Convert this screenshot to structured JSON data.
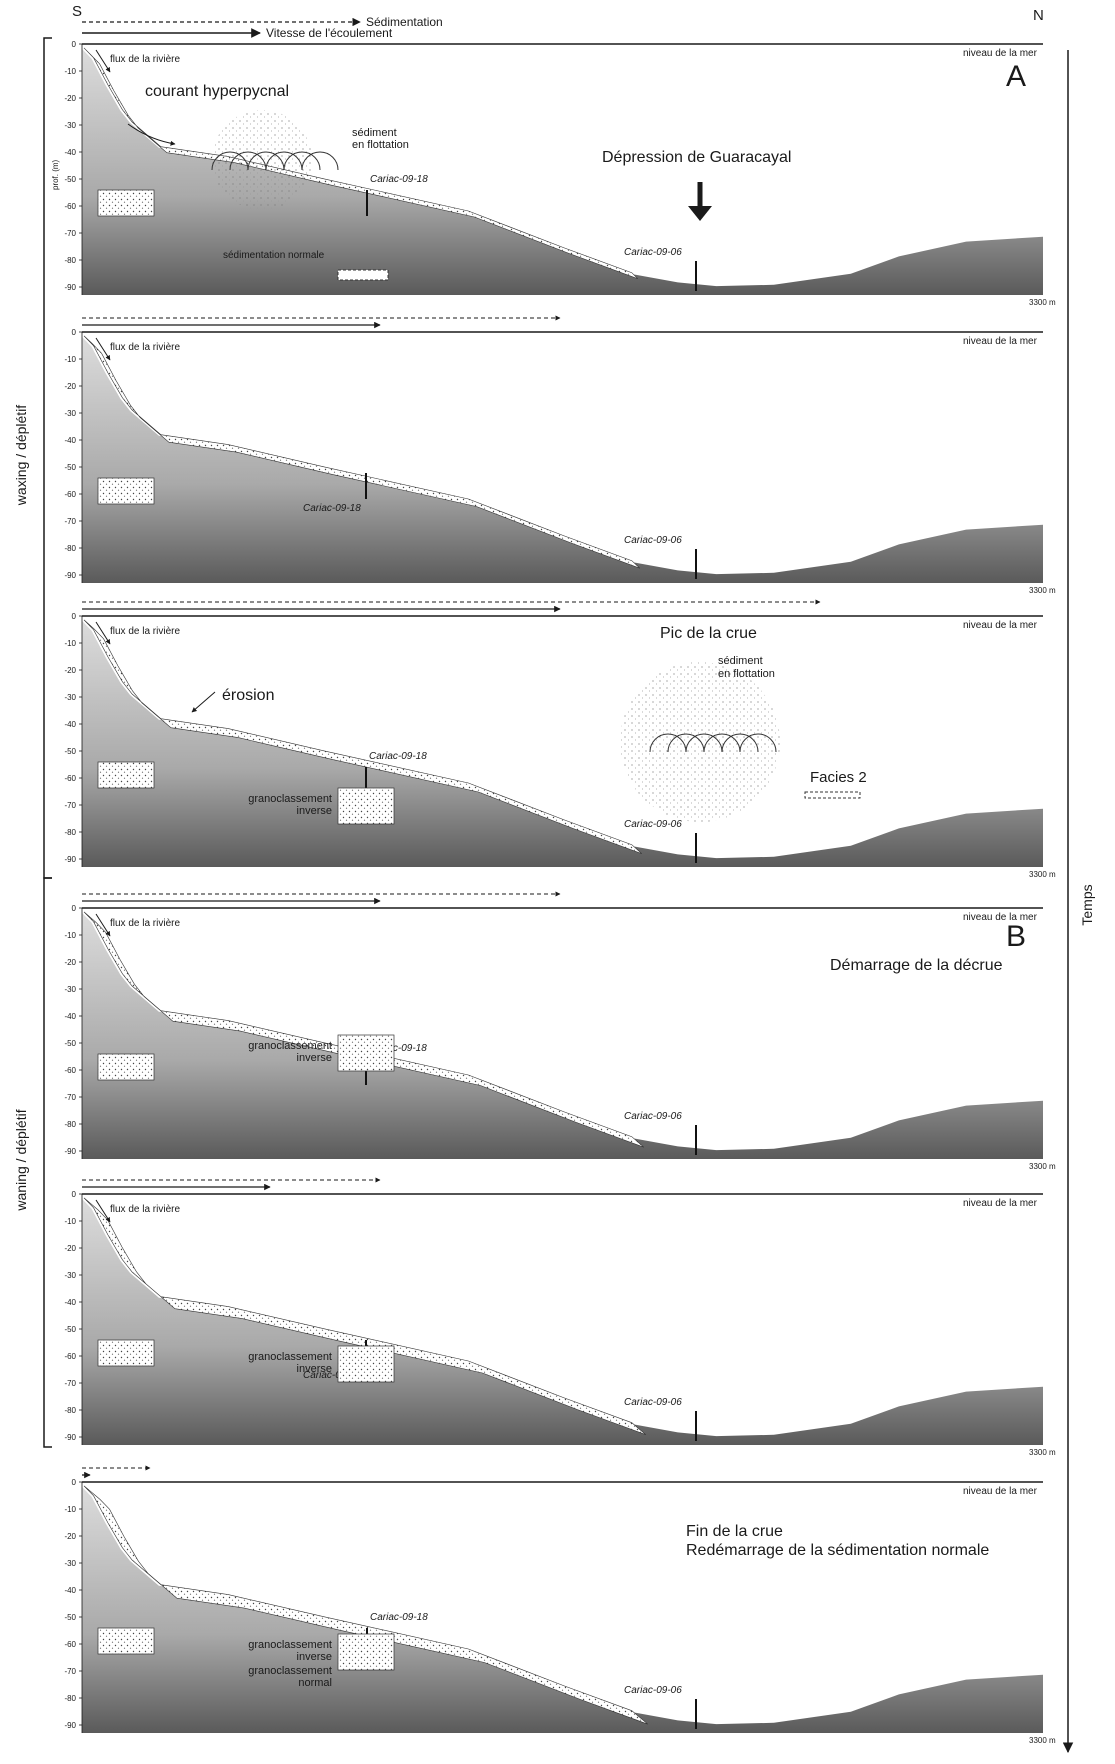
{
  "header": {
    "south": "S",
    "north": "N",
    "sedimentation": "Sédimentation",
    "velocity": "Vitesse de l'écoulement"
  },
  "side": {
    "waxing": "waxing / déplétif",
    "waning": "waning / déplétif",
    "time": "Temps"
  },
  "common": {
    "sea_level": "niveau de la mer",
    "distance": "3300 m",
    "depth_axis_label": "prof. (m)",
    "depth_ticks": [
      "0",
      "-10",
      "-20",
      "-30",
      "-40",
      "-50",
      "-60",
      "-70",
      "-80",
      "-90"
    ],
    "core_18": "Cariac-09-18",
    "core_06": "Cariac-09-06"
  },
  "panels": [
    {
      "letter": "A",
      "title": "",
      "labels": {
        "river": "flux de la rivière",
        "hyper": "courant hyperpycnal",
        "float1": "sédiment",
        "float2": "en flottation",
        "normal": "sédimentation normale",
        "depression": "Dépression de Guaracayal"
      }
    },
    {
      "letter": "",
      "title": "",
      "labels": {
        "river": "flux de la rivière"
      }
    },
    {
      "letter": "",
      "title": "Pic de la crue",
      "labels": {
        "river": "flux de la rivière",
        "erosion": "érosion",
        "float1": "sédiment",
        "float2": "en flottation",
        "facies": "Facies 2",
        "grano1": "granoclassement",
        "grano2": "inverse"
      }
    },
    {
      "letter": "B",
      "title": "Démarrage de la décrue",
      "labels": {
        "river": "flux de la rivière",
        "grano1": "granoclassement",
        "grano2": "inverse"
      }
    },
    {
      "letter": "",
      "title": "",
      "labels": {
        "river": "flux de la rivière",
        "grano1": "granoclassement",
        "grano2": "inverse"
      }
    },
    {
      "letter": "",
      "title": "Fin de la crue",
      "title2": "Redémarrage de la sédimentation normale",
      "labels": {
        "grano_n1": "granoclassement",
        "grano_n2": "normal",
        "grano1": "granoclassement",
        "grano2": "inverse"
      }
    }
  ],
  "colors": {
    "seafloor_top": "#d9d9d9",
    "seafloor_bottom": "#555555",
    "ink": "#1a1a1a"
  }
}
